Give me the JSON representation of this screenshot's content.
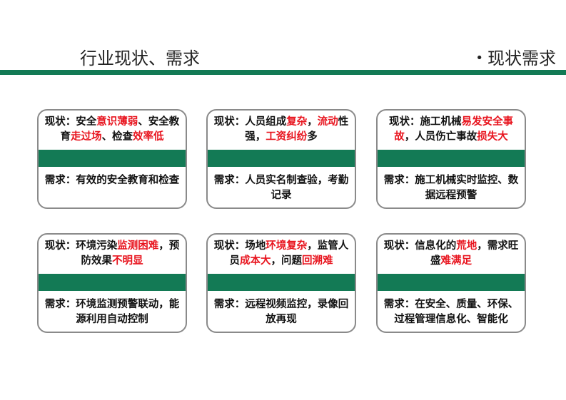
{
  "header": {
    "title": "行业现状、需求",
    "section_bullet": "•",
    "section_label": "现状需求",
    "rule_color": "#137a55"
  },
  "colors": {
    "highlight": "#e8141e",
    "band": "#137a55"
  },
  "cards": [
    {
      "status": [
        {
          "t": "现状：安全",
          "hl": false
        },
        {
          "t": "意识薄弱",
          "hl": true
        },
        {
          "t": "、安全教育",
          "hl": false
        },
        {
          "t": "走过场",
          "hl": true
        },
        {
          "t": "、检查",
          "hl": false
        },
        {
          "t": "效率低",
          "hl": true
        }
      ],
      "need": "需求：有效的安全教育和检查"
    },
    {
      "status": [
        {
          "t": "现状：人员组成",
          "hl": false
        },
        {
          "t": "复杂",
          "hl": true
        },
        {
          "t": "，",
          "hl": false
        },
        {
          "t": "流动",
          "hl": true
        },
        {
          "t": "性强，",
          "hl": false
        },
        {
          "t": "工资纠纷",
          "hl": true
        },
        {
          "t": "多",
          "hl": false
        }
      ],
      "need": "需求：人员实名制查验，考勤记录"
    },
    {
      "status": [
        {
          "t": "现状：施工机械",
          "hl": false
        },
        {
          "t": "易发安全事故",
          "hl": true
        },
        {
          "t": "，人员伤亡事故",
          "hl": false
        },
        {
          "t": "损失大",
          "hl": true
        }
      ],
      "need": "需求：施工机械实时监控、数据远程预警"
    },
    {
      "status": [
        {
          "t": "现状：环境污染",
          "hl": false
        },
        {
          "t": "监测困难",
          "hl": true
        },
        {
          "t": "，预防效果",
          "hl": false
        },
        {
          "t": "不明显",
          "hl": true
        }
      ],
      "need": "需求：环境监测预警联动，能源利用自动控制"
    },
    {
      "status": [
        {
          "t": "现状：场地",
          "hl": false
        },
        {
          "t": "环境复杂",
          "hl": true
        },
        {
          "t": "，监管人员",
          "hl": false
        },
        {
          "t": "成本大",
          "hl": true
        },
        {
          "t": "，问题",
          "hl": false
        },
        {
          "t": "回溯难",
          "hl": true
        }
      ],
      "need": "需求：远程视频监控，录像回放再现"
    },
    {
      "status": [
        {
          "t": "现状：信息化的",
          "hl": false
        },
        {
          "t": "荒地",
          "hl": true
        },
        {
          "t": "，需求旺盛",
          "hl": false
        },
        {
          "t": "难满足",
          "hl": true
        }
      ],
      "need": "需求：在安全、质量、环保、过程管理信息化、智能化"
    }
  ]
}
